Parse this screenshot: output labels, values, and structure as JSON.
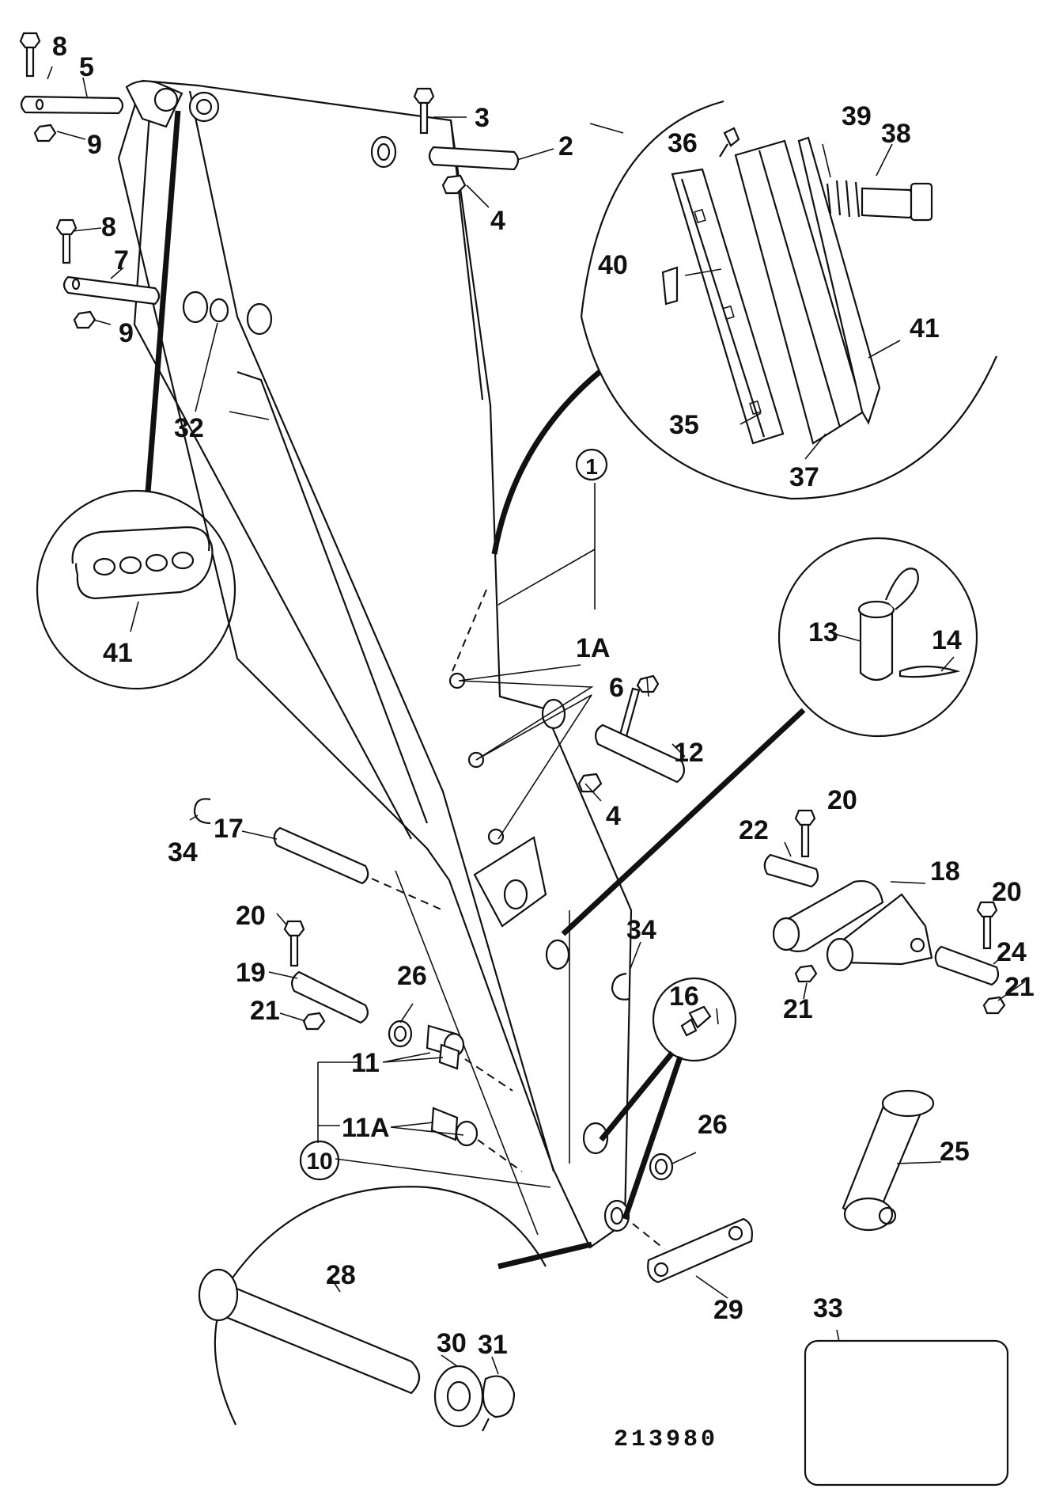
{
  "drawing_number": "213980",
  "callouts": [
    {
      "id": "lbl-1",
      "text": "1"
    },
    {
      "id": "lbl-1a",
      "text": "1A"
    },
    {
      "id": "lbl-2",
      "text": "2"
    },
    {
      "id": "lbl-3",
      "text": "3"
    },
    {
      "id": "lbl-4a",
      "text": "4"
    },
    {
      "id": "lbl-4b",
      "text": "4"
    },
    {
      "id": "lbl-5",
      "text": "5"
    },
    {
      "id": "lbl-6",
      "text": "6"
    },
    {
      "id": "lbl-7",
      "text": "7"
    },
    {
      "id": "lbl-8a",
      "text": "8"
    },
    {
      "id": "lbl-8b",
      "text": "8"
    },
    {
      "id": "lbl-9a",
      "text": "9"
    },
    {
      "id": "lbl-9b",
      "text": "9"
    },
    {
      "id": "lbl-10",
      "text": "10"
    },
    {
      "id": "lbl-11",
      "text": "11"
    },
    {
      "id": "lbl-11a",
      "text": "11A"
    },
    {
      "id": "lbl-12",
      "text": "12"
    },
    {
      "id": "lbl-13",
      "text": "13"
    },
    {
      "id": "lbl-14",
      "text": "14"
    },
    {
      "id": "lbl-16",
      "text": "16"
    },
    {
      "id": "lbl-17",
      "text": "17"
    },
    {
      "id": "lbl-18",
      "text": "18"
    },
    {
      "id": "lbl-19",
      "text": "19"
    },
    {
      "id": "lbl-20a",
      "text": "20"
    },
    {
      "id": "lbl-20b",
      "text": "20"
    },
    {
      "id": "lbl-20c",
      "text": "20"
    },
    {
      "id": "lbl-21a",
      "text": "21"
    },
    {
      "id": "lbl-21b",
      "text": "21"
    },
    {
      "id": "lbl-21c",
      "text": "21"
    },
    {
      "id": "lbl-22",
      "text": "22"
    },
    {
      "id": "lbl-24",
      "text": "24"
    },
    {
      "id": "lbl-25",
      "text": "25"
    },
    {
      "id": "lbl-26a",
      "text": "26"
    },
    {
      "id": "lbl-26b",
      "text": "26"
    },
    {
      "id": "lbl-28",
      "text": "28"
    },
    {
      "id": "lbl-29",
      "text": "29"
    },
    {
      "id": "lbl-30",
      "text": "30"
    },
    {
      "id": "lbl-31",
      "text": "31"
    },
    {
      "id": "lbl-32",
      "text": "32"
    },
    {
      "id": "lbl-33",
      "text": "33"
    },
    {
      "id": "lbl-34a",
      "text": "34"
    },
    {
      "id": "lbl-34b",
      "text": "34"
    },
    {
      "id": "lbl-35",
      "text": "35"
    },
    {
      "id": "lbl-36",
      "text": "36"
    },
    {
      "id": "lbl-37",
      "text": "37"
    },
    {
      "id": "lbl-38",
      "text": "38"
    },
    {
      "id": "lbl-39",
      "text": "39"
    },
    {
      "id": "lbl-40",
      "text": "40"
    },
    {
      "id": "lbl-41a",
      "text": "41"
    },
    {
      "id": "lbl-41b",
      "text": "41"
    }
  ]
}
